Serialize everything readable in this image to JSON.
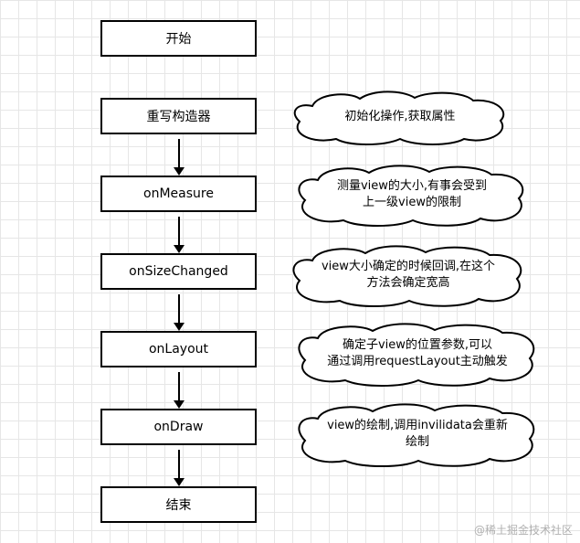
{
  "steps": [
    {
      "label": "开始"
    },
    {
      "label": "重写构造器"
    },
    {
      "label": "onMeasure"
    },
    {
      "label": "onSizeChanged"
    },
    {
      "label": "onLayout"
    },
    {
      "label": "onDraw"
    },
    {
      "label": "结束"
    }
  ],
  "notes": [
    {
      "line1": "初始化操作,获取属性",
      "line2": ""
    },
    {
      "line1": "测量view的大小,有事会受到",
      "line2": "上一级view的限制"
    },
    {
      "line1": "view大小确定的时候回调,在这个",
      "line2": "方法会确定宽高"
    },
    {
      "line1": "确定子view的位置参数,可以",
      "line2": "通过调用requestLayout主动触发"
    },
    {
      "line1": "view的绘制,调用invilidata会重新",
      "line2": "绘制"
    }
  ],
  "watermark": "@稀土掘金技术社区"
}
